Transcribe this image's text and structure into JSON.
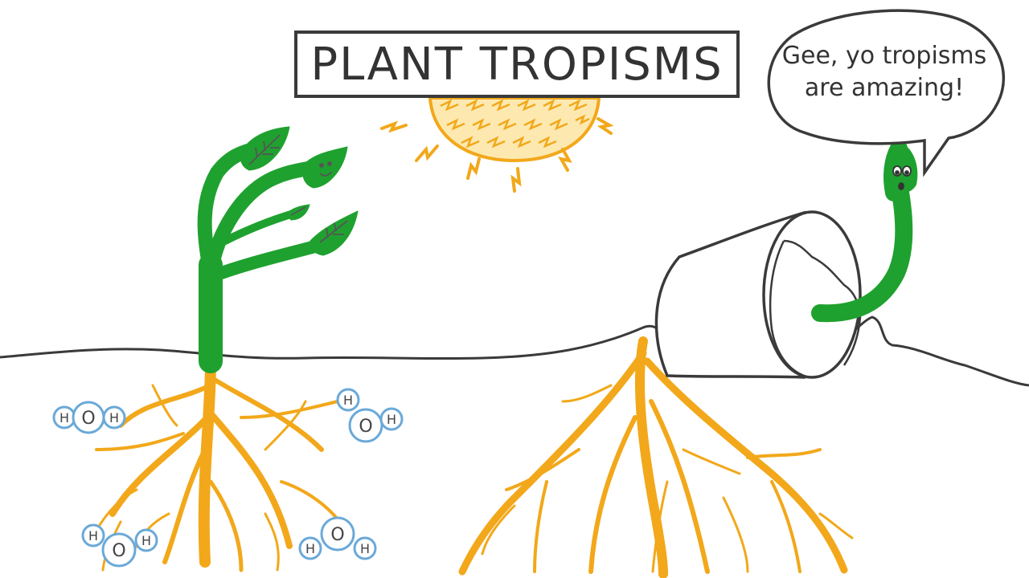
{
  "title": "Plant Tropisms",
  "speech_bubble": {
    "line1": "Gee, yo tropisms",
    "line2": "are amazing!"
  },
  "water_molecule": {
    "hydrogen": "H",
    "oxygen": "O"
  },
  "colors": {
    "stem_green": "#1fa12f",
    "root_orange": "#f2a81a",
    "sun_orange": "#f2a81a",
    "molecule_blue": "#6aa9d8",
    "outline": "#3a3a3a"
  },
  "icons": [
    "sun-icon",
    "leaf-icon",
    "pot-icon",
    "water-molecule-icon",
    "speech-bubble-icon"
  ]
}
